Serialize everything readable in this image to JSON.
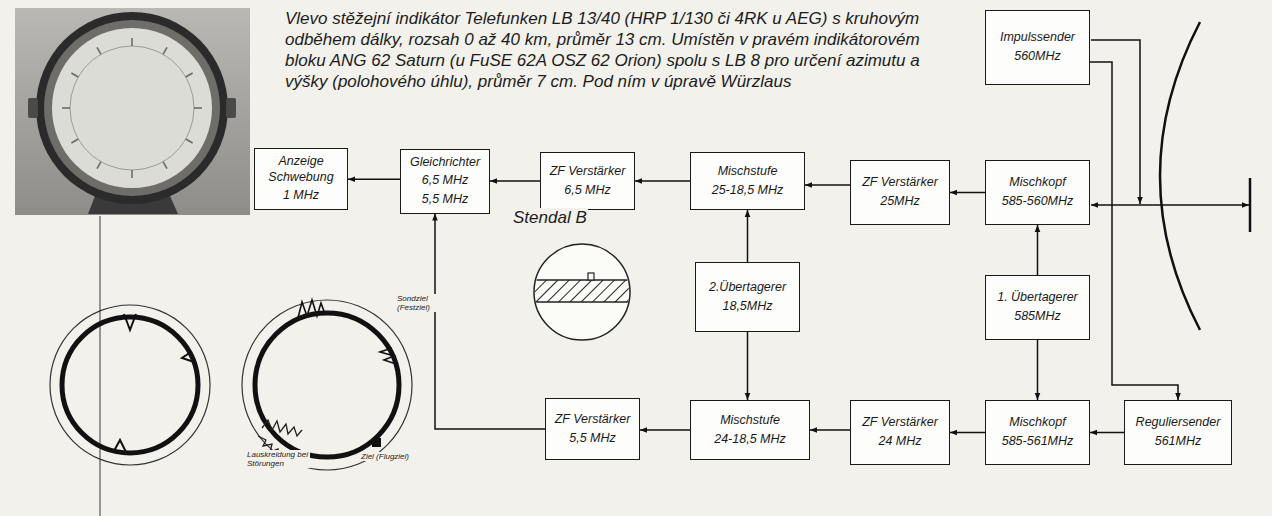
{
  "diagram": {
    "caption": "Vlevo stěžejní indikátor Telefunken LB 13/40 (HRP 1/130 či 4RK u AEG) s kruhovým odběhem dálky, rozsah 0 až 40 km, průměr 13 cm. Umístěn v pravém indikátorovém bloku ANG 62 Saturn (u FuSE 62A OSZ 62 Orion) spolu s LB 8 pro určení azimutu a výšky (polohového úhlu), průměr 7 cm. Pod ním v úpravě Würzlaus",
    "nodes": [
      {
        "text": [
          "Impulssender",
          "560MHz"
        ]
      },
      {
        "text": [
          "Anzeige Schwebung",
          "1 MHz"
        ]
      },
      {
        "text": [
          "Gleichrichter",
          "6,5 MHz",
          "5,5 MHz"
        ]
      },
      {
        "text": [
          "ZF Verstärker",
          "6,5 MHz"
        ]
      },
      {
        "text": [
          "Mischstufe",
          "25-18,5 MHz"
        ]
      },
      {
        "text": [
          "ZF Verstärker",
          "25MHz"
        ]
      },
      {
        "text": [
          "Mischkopf",
          "585-560MHz"
        ]
      },
      {
        "text": [
          "2.Übertagerer",
          "18,5MHz"
        ]
      },
      {
        "text": [
          "1. Übertagerer",
          "585MHz"
        ]
      },
      {
        "text": [
          "ZF Verstärker",
          "5,5 MHz"
        ]
      },
      {
        "text": [
          "Mischstufe",
          "24-18,5 MHz"
        ]
      },
      {
        "text": [
          "ZF Verstärker",
          "24 MHz"
        ]
      },
      {
        "text": [
          "Mischkopf",
          "585-561MHz"
        ]
      },
      {
        "text": [
          "Reguliersender",
          "561MHz"
        ]
      }
    ],
    "edges": [
      {
        "from": 6,
        "to": 5,
        "arrow": "to"
      },
      {
        "from": 5,
        "to": 4,
        "arrow": "to"
      },
      {
        "from": 4,
        "to": 3,
        "arrow": "to"
      },
      {
        "from": 3,
        "to": 2,
        "arrow": "to"
      },
      {
        "from": 2,
        "to": 1,
        "arrow": "to"
      },
      {
        "from": 8,
        "to": 6,
        "arrow": "to"
      },
      {
        "from": 8,
        "to": 12,
        "arrow": "to"
      },
      {
        "from": 7,
        "to": 4,
        "arrow": "to"
      },
      {
        "from": 7,
        "to": 10,
        "arrow": "to"
      },
      {
        "from": 13,
        "to": 12,
        "arrow": "to"
      },
      {
        "from": 12,
        "to": 11,
        "arrow": "to"
      },
      {
        "from": 11,
        "to": 10,
        "arrow": "to"
      },
      {
        "from": 10,
        "to": 9,
        "arrow": "to"
      },
      {
        "from": 9,
        "to": 2,
        "arrow": "to"
      },
      {
        "from": 0,
        "to": 13,
        "arrow": "to"
      }
    ],
    "labels": [
      "Stendal B",
      "Sondziel (Festziel)",
      "Lauskreidung bei Störungen",
      "Ziel (Flugziel)"
    ]
  }
}
